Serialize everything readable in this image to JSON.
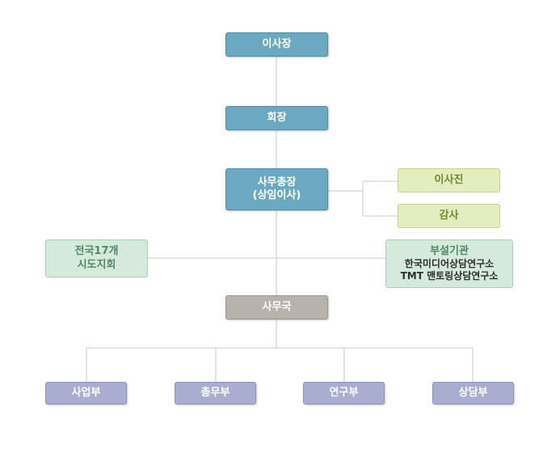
{
  "nodes": {
    "board": "이사장",
    "chairman": "회장",
    "secretary_general": [
      "사무총장",
      "(상임이사)"
    ],
    "directors": "이사진",
    "audit": "감사",
    "regional": [
      "전국17개",
      "시도지회"
    ],
    "affiliated": {
      "title": "부설기관",
      "lines": [
        "한국미디어상담연구소",
        "TMT 맨토링상담연구소"
      ]
    },
    "secretariat": "사무국",
    "departments": [
      "사업부",
      "총무부",
      "연구부",
      "상담부"
    ]
  }
}
